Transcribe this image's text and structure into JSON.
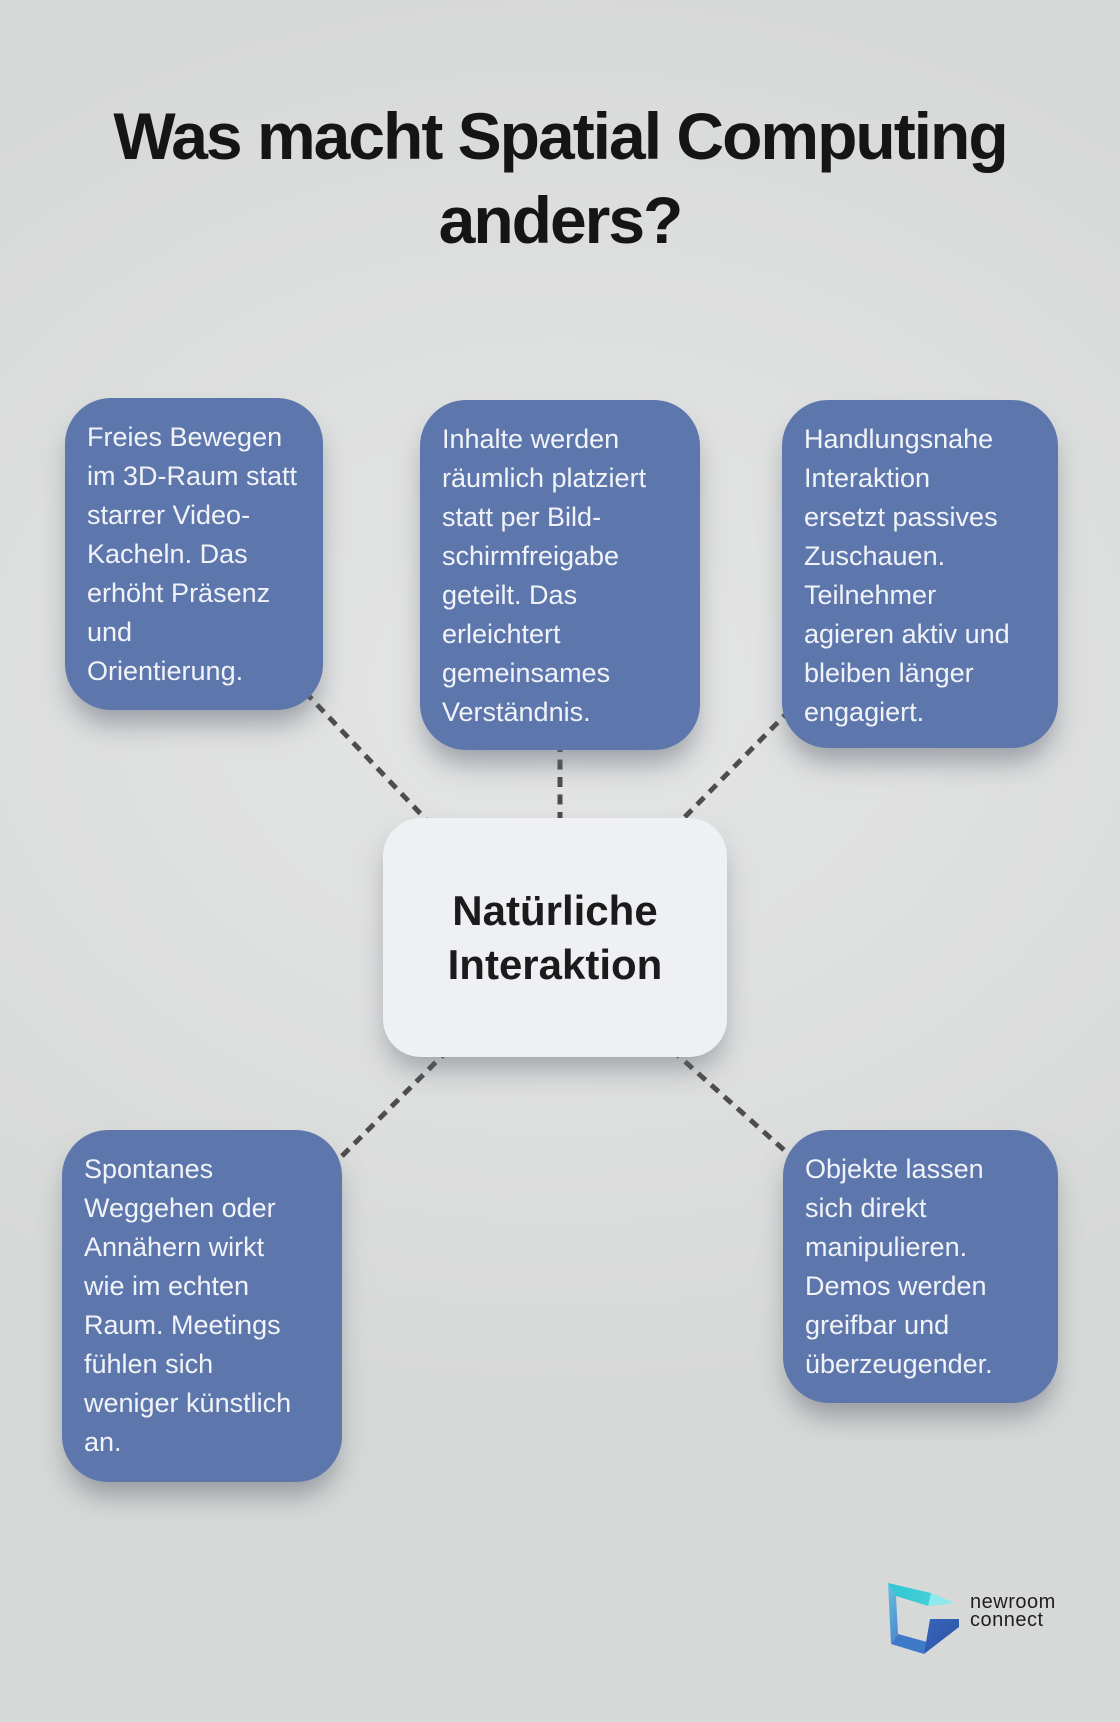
{
  "title": {
    "lines": [
      "Was macht Spatial Computing",
      "anders?"
    ]
  },
  "center_node": {
    "lines": [
      "Natürliche",
      "Interaktion"
    ]
  },
  "cards": {
    "top_left": {
      "lines": [
        "Freies Bewegen",
        "im 3D-Raum statt",
        "starrer Video-",
        "Kacheln. Das",
        "erhöht Präsenz",
        "und",
        "Orientierung."
      ]
    },
    "top_center": {
      "lines": [
        "Inhalte werden",
        "räumlich platziert",
        "statt per Bild-",
        "schirmfreigabe",
        "geteilt. Das",
        "erleichtert",
        "gemeinsames",
        "Verständnis."
      ]
    },
    "top_right": {
      "lines": [
        "Handlungsnahe",
        "Interaktion",
        "ersetzt passives",
        "Zuschauen.",
        "Teilnehmer",
        "agieren aktiv und",
        "bleiben länger",
        "engagiert."
      ]
    },
    "bottom_left": {
      "lines": [
        "Spontanes",
        "Weggehen oder",
        "Annähern wirkt",
        "wie im echten",
        "Raum. Meetings",
        "fühlen sich",
        "weniger künstlich",
        "an."
      ]
    },
    "bottom_right": {
      "lines": [
        "Objekte lassen",
        "sich direkt",
        "manipulieren.",
        "Demos werden",
        "greifbar und",
        "überzeugender."
      ]
    }
  },
  "branding": {
    "logo_icon": "newroom-connect-mark",
    "lines": [
      "newroom",
      "connect"
    ]
  },
  "colors": {
    "background": "#dedfdf",
    "card_blue": "#5d77ad",
    "card_text": "#f1f3f8",
    "center_bg": "#eef0f3",
    "title_text": "#151515",
    "connector": "#4d4d4d",
    "logo_teal": "#35c8d3",
    "logo_teal_light": "#90e9ec",
    "logo_blue_left": "#62b4dc",
    "logo_blue": "#3f7ac9",
    "logo_navy": "#2c51a5"
  }
}
